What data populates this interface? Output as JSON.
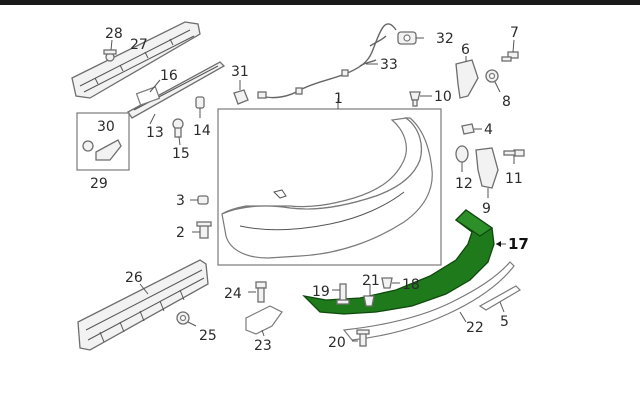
{
  "diagram": {
    "highlight_color": "#1f7a1c",
    "callouts": [
      {
        "id": "c1",
        "text": "1"
      },
      {
        "id": "c2",
        "text": "2"
      },
      {
        "id": "c3",
        "text": "3"
      },
      {
        "id": "c4",
        "text": "4"
      },
      {
        "id": "c5",
        "text": "5"
      },
      {
        "id": "c6",
        "text": "6"
      },
      {
        "id": "c7",
        "text": "7"
      },
      {
        "id": "c8",
        "text": "8"
      },
      {
        "id": "c9",
        "text": "9"
      },
      {
        "id": "c10",
        "text": "10"
      },
      {
        "id": "c11",
        "text": "11"
      },
      {
        "id": "c12",
        "text": "12"
      },
      {
        "id": "c13",
        "text": "13"
      },
      {
        "id": "c14",
        "text": "14"
      },
      {
        "id": "c15",
        "text": "15"
      },
      {
        "id": "c16",
        "text": "16"
      },
      {
        "id": "c17",
        "text": "17"
      },
      {
        "id": "c18",
        "text": "18"
      },
      {
        "id": "c19",
        "text": "19"
      },
      {
        "id": "c20",
        "text": "20"
      },
      {
        "id": "c21",
        "text": "21"
      },
      {
        "id": "c22",
        "text": "22"
      },
      {
        "id": "c23",
        "text": "23"
      },
      {
        "id": "c24",
        "text": "24"
      },
      {
        "id": "c25",
        "text": "25"
      },
      {
        "id": "c26",
        "text": "26"
      },
      {
        "id": "c27",
        "text": "27"
      },
      {
        "id": "c28",
        "text": "28"
      },
      {
        "id": "c29",
        "text": "29"
      },
      {
        "id": "c30",
        "text": "30"
      },
      {
        "id": "c31",
        "text": "31"
      },
      {
        "id": "c32",
        "text": "32"
      },
      {
        "id": "c33",
        "text": "33"
      }
    ]
  }
}
